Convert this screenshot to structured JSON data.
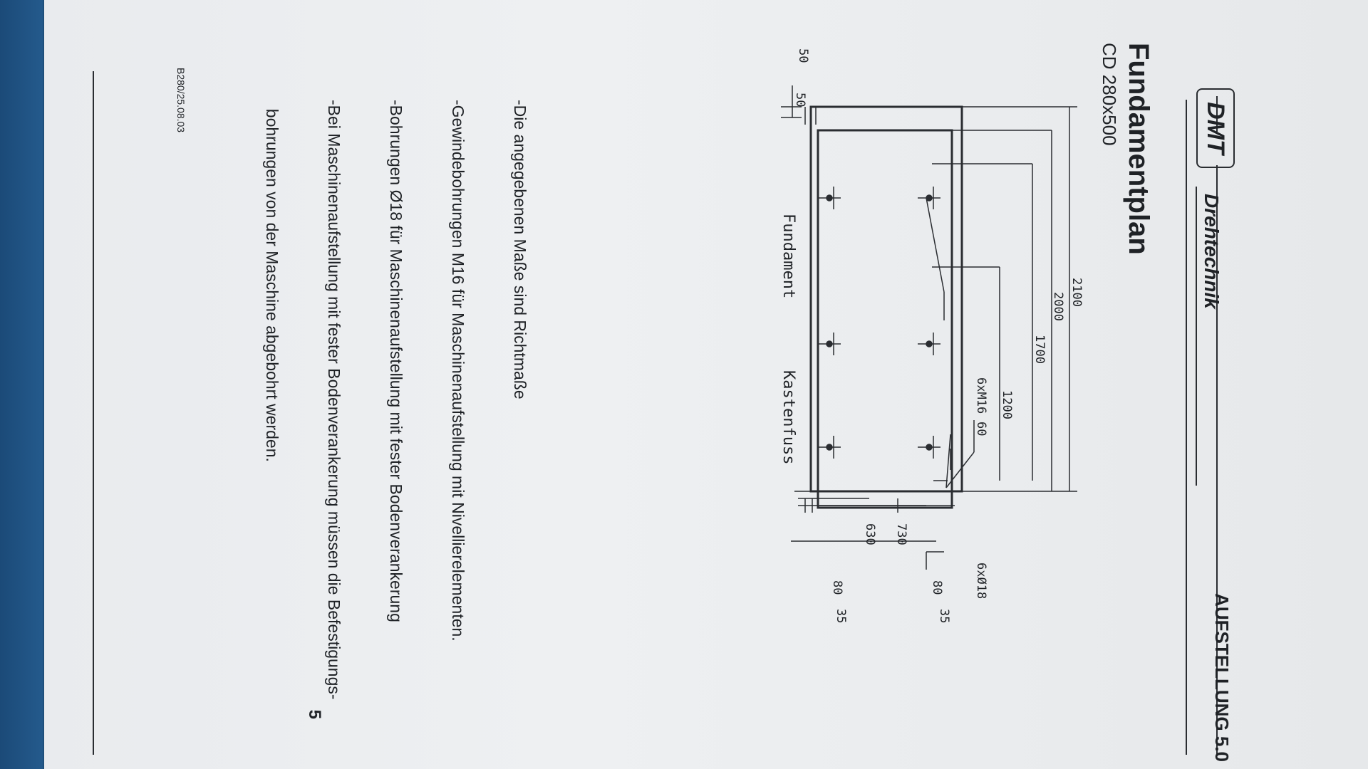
{
  "header": {
    "logo": "DMT",
    "brand": "Drehtechnik",
    "section": "AUFSTELLUNG 5.0"
  },
  "title": "Fundamentplan",
  "subtitle": "CD 280x500",
  "drawing": {
    "dim_2100": "2100",
    "dim_2000": "2000",
    "dim_1700": "1700",
    "dim_1200": "1200",
    "dim_60": "60",
    "dim_50_top": "50",
    "dim_50_left": "50",
    "dim_730": "730",
    "dim_630": "630",
    "dim_80_a": "80",
    "dim_80_b": "80",
    "dim_35_a": "35",
    "dim_35_b": "35",
    "thread_label": "6xM16",
    "hole_label": "6xØ18",
    "label_fundament": "Fundament",
    "label_kastenfuss": "Kastenfuss"
  },
  "notes": [
    "-Die angegebenen Maße sind Richtmaße",
    "-Gewindebohrungen M16 für Maschinenaufstellung mit Nivellierelementen.",
    "-Bohrungen Ø18 für Maschinenaufstellung mit fester Bodenverankerung",
    "-Bei Maschinenaufstellung mit fester Bodenverankerung müssen die Befestigungs-",
    "  bohrungen von der Maschine abgebohrt werden."
  ],
  "footer": {
    "code": "B280/25.08.03",
    "page_number": "5"
  }
}
